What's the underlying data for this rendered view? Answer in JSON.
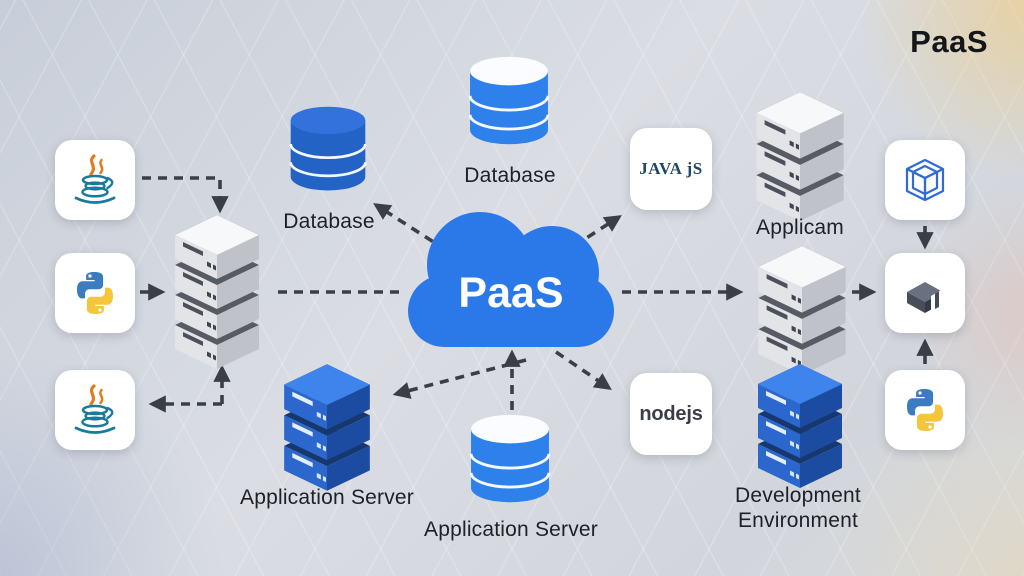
{
  "title": "PaaS",
  "cloud": {
    "label": "PaaS"
  },
  "nodes": {
    "database_left": {
      "label": "Database"
    },
    "database_top": {
      "label": "Database"
    },
    "application_right": {
      "label": "Applicam"
    },
    "dev_environment": {
      "label": "Development Environment"
    },
    "application_server_stack": {
      "label": "Application Server"
    },
    "application_server_db": {
      "label": "Application Server"
    }
  },
  "cards": {
    "java_js": {
      "text": "JAVA jS"
    },
    "nodejs": {
      "text": "nodejs"
    }
  },
  "icons": {
    "java_top": "java-icon",
    "python_left": "python-icon",
    "java_bottom": "java-icon",
    "cube_wireframe": "cube-wireframe-icon",
    "cube_gray": "cube-gray-icon",
    "python_right": "python-icon"
  },
  "colors": {
    "cloud_blue": "#2b78e8",
    "database_dark_blue": "#2263c5",
    "database_blue": "#2e80ea",
    "server_blue_face": "#2c67ce",
    "server_gray_face": "#e3e4e8",
    "arrow": "#3a3f46",
    "card_background": "#ffffff",
    "background": "#d2d6dc",
    "title_text": "#14161a"
  }
}
